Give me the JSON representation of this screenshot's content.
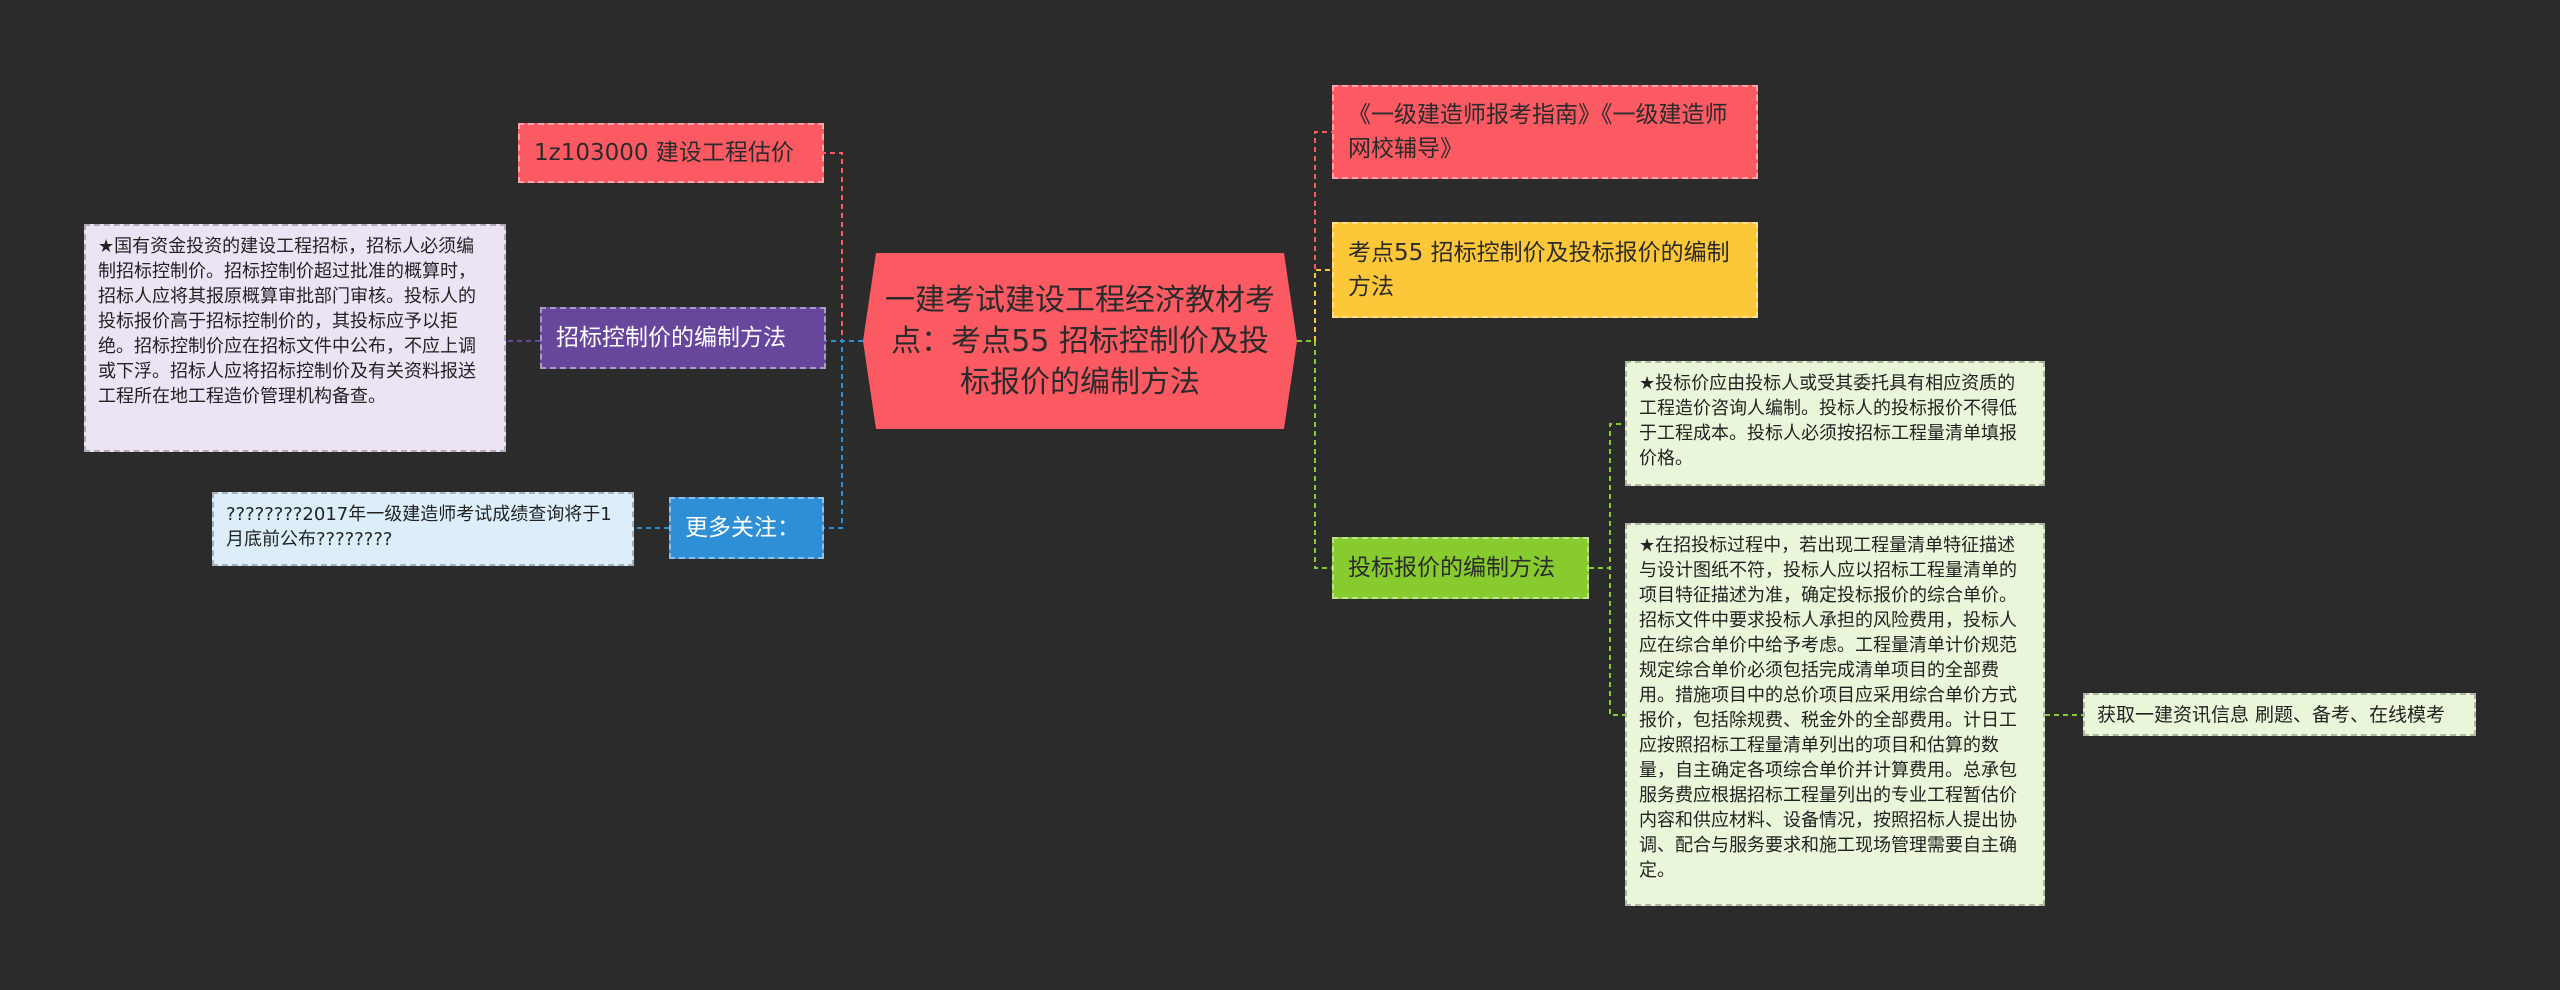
{
  "root": {
    "label": "一建考试建设工程经济教材考点：考点55 招标控制价及投标报价的编制方法"
  },
  "left_branches": {
    "estimate": {
      "label": "1z103000 建设工程估价"
    },
    "control_price": {
      "label": "招标控制价的编制方法",
      "note": "★国有资金投资的建设工程招标，招标人必须编制招标控制价。招标控制价超过批准的概算时，招标人应将其报原概算审批部门审核。投标人的投标报价高于招标控制价的，其投标应予以拒绝。招标控制价应在招标文件中公布，不应上调或下浮。招标人应将招标控制价及有关资料报送工程所在地工程造价管理机构备查。"
    },
    "more": {
      "label": "更多关注：",
      "note": "????????2017年一级建造师考试成绩查询将于1月底前公布????????"
    }
  },
  "right_branches": {
    "guide": {
      "label": "《一级建造师报考指南》《一级建造师网校辅导》"
    },
    "topic": {
      "label": "考点55 招标控制价及投标报价的编制方法"
    },
    "bid_price": {
      "label": "投标报价的编制方法",
      "note1": "★投标价应由投标人或受其委托具有相应资质的工程造价咨询人编制。投标人的投标报价不得低于工程成本。投标人必须按招标工程量清单填报价格。",
      "note2": "★在招投标过程中，若出现工程量清单特征描述与设计图纸不符，投标人应以招标工程量清单的项目特征描述为准，确定投标报价的综合单价。招标文件中要求投标人承担的风险费用，投标人应在综合单价中给予考虑。工程量清单计价规范规定综合单价必须包括完成清单项目的全部费用。措施项目中的总价项目应采用综合单价方式报价，包括除规费、税金外的全部费用。计日工应按照招标工程量清单列出的项目和估算的数量，自主确定各项综合单价并计算费用。总承包服务费应根据招标工程量列出的专业工程暂估价内容和供应材料、设备情况，按照招标人提出协调、配合与服务要求和施工现场管理需要自主确定。",
      "sub_note": "获取一建资讯信息 刷题、备考、在线模考"
    }
  },
  "colors": {
    "background": "#2b2b2b",
    "red": "#fb5a63",
    "purple": "#67479c",
    "blue": "#2e8fd6",
    "yellow": "#fdc73a",
    "green": "#87cb2e"
  }
}
